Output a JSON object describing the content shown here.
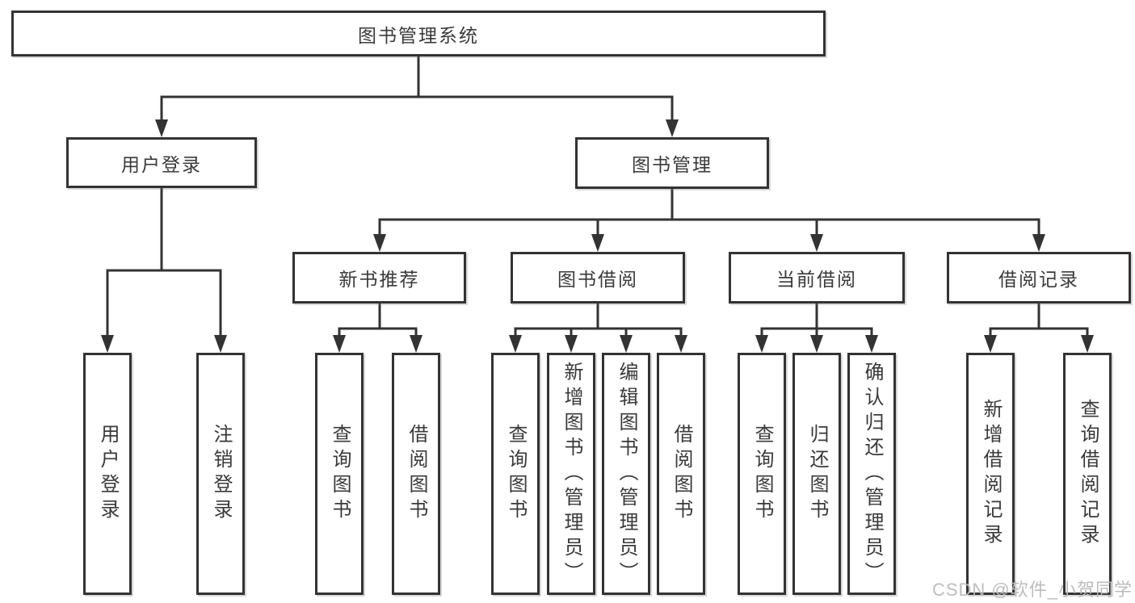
{
  "diagram": {
    "root": {
      "label": "图书管理系统"
    },
    "level2": {
      "user_login": {
        "label": "用户登录"
      },
      "book_management": {
        "label": "图书管理"
      }
    },
    "level3": {
      "new_book_recommend": {
        "label": "新书推荐"
      },
      "book_borrowing": {
        "label": "图书借阅"
      },
      "current_borrowing": {
        "label": "当前借阅"
      },
      "borrowing_records": {
        "label": "借阅记录"
      }
    },
    "leaves": {
      "user_login": [
        {
          "label": "用户登录"
        },
        {
          "label": "注销登录"
        }
      ],
      "new_book_recommend": [
        {
          "label": "查询图书"
        },
        {
          "label": "借阅图书"
        }
      ],
      "book_borrowing": [
        {
          "label": "查询图书"
        },
        {
          "label": "新增图书（管理员）"
        },
        {
          "label": "编辑图书（管理员）"
        },
        {
          "label": "借阅图书"
        }
      ],
      "current_borrowing": [
        {
          "label": "查询图书"
        },
        {
          "label": "归还图书"
        },
        {
          "label": "确认归还（管理员）"
        }
      ],
      "borrowing_records": [
        {
          "label": "新增借阅记录"
        },
        {
          "label": "查询借阅记录"
        }
      ]
    }
  },
  "watermark": {
    "text": "CSDN @软件_小贺同学"
  },
  "colors": {
    "line": "#333333",
    "node_border": "#333333",
    "node_text": "#3a3a3a",
    "watermark_text": "#b9b9b9",
    "background": "#ffffff"
  }
}
